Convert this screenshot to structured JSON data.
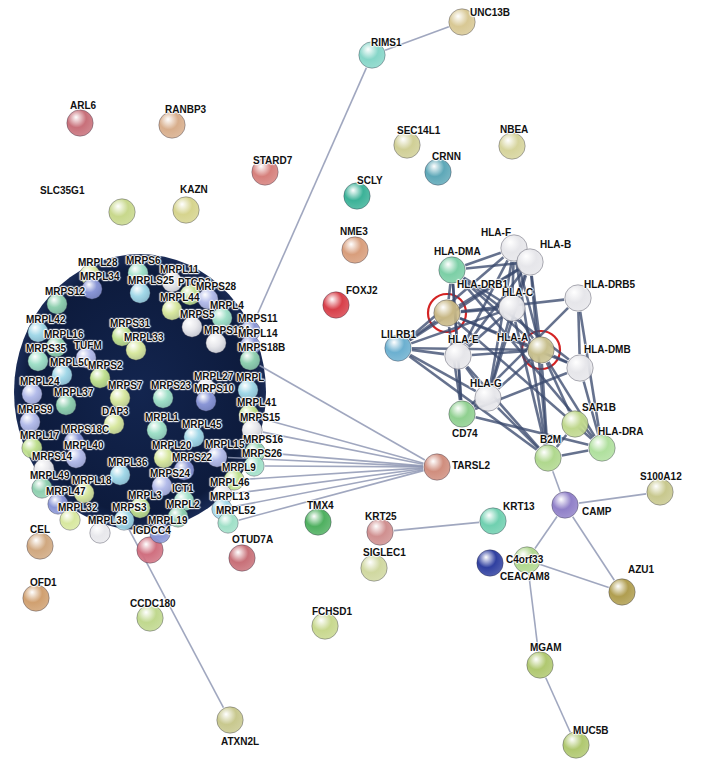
{
  "diagram": {
    "nodes": [
      {
        "text": [
          "UNC13B"
        ]
      },
      {
        "text": [
          "RIMS1"
        ]
      },
      {
        "text": [
          "SEC14L1"
        ]
      },
      {
        "text": [
          "NBEA"
        ]
      },
      {
        "text": [
          "RANBP3"
        ]
      },
      {
        "text": [
          "ARL6"
        ]
      },
      {
        "text": [
          "STARD7"
        ]
      },
      {
        "text": [
          "CRNN"
        ]
      },
      {
        "text": [
          "SCLY"
        ]
      },
      {
        "text": [
          "SLC35G1"
        ]
      },
      {
        "text": [
          "KAZN"
        ]
      },
      {
        "text": [
          "NME3"
        ]
      },
      {
        "text": [
          "FOXJ2"
        ]
      },
      {
        "text": [
          "HLA-DMA"
        ]
      },
      {
        "text": [
          "HLA-F"
        ]
      },
      {
        "text": [
          "HLA-B"
        ]
      },
      {
        "text": [
          "HLA-DRB1"
        ]
      },
      {
        "text": [
          "HLA-C"
        ]
      },
      {
        "text": [
          "HLA-DRB5"
        ]
      },
      {
        "text": [
          "LILRB1"
        ]
      },
      {
        "text": [
          "HLA-E"
        ]
      },
      {
        "text": [
          "HLA-A"
        ]
      },
      {
        "text": [
          "HLA-DMB"
        ]
      },
      {
        "text": [
          "HLA-G"
        ]
      },
      {
        "text": [
          "SAR1B"
        ]
      },
      {
        "text": [
          "CD74"
        ]
      },
      {
        "text": [
          "B2M"
        ]
      },
      {
        "text": [
          "HLA-DRA"
        ]
      },
      {
        "text": [
          "TARSL2"
        ]
      },
      {
        "text": [
          "TMX4"
        ]
      },
      {
        "text": [
          "KRT25"
        ]
      },
      {
        "text": [
          "KRT13"
        ]
      },
      {
        "text": [
          "CAMP"
        ]
      },
      {
        "text": [
          "S100A12"
        ]
      },
      {
        "text": [
          "C4orf33"
        ]
      },
      {
        "text": [
          "SIGLEC1"
        ]
      },
      {
        "text": [
          "CEACAM8"
        ]
      },
      {
        "text": [
          "AZU1"
        ]
      },
      {
        "text": [
          "CEL"
        ]
      },
      {
        "text": [
          "IGDCC4"
        ]
      },
      {
        "text": [
          "OTUD7A"
        ]
      },
      {
        "text": [
          "OFD1"
        ]
      },
      {
        "text": [
          "CCDC180"
        ]
      },
      {
        "text": [
          "FCHSD1"
        ]
      },
      {
        "text": [
          "MGAM"
        ]
      },
      {
        "text": [
          "MUC5B"
        ]
      },
      {
        "text": [
          "ATXN2L"
        ]
      },
      {
        "text": [
          "MRPL28"
        ]
      },
      {
        "text": [
          "MRPS6"
        ]
      },
      {
        "text": [
          "MRPL11"
        ]
      },
      {
        "text": [
          "MRPL34"
        ]
      },
      {
        "text": [
          "MRPLS25"
        ]
      },
      {
        "text": [
          "PTCD3"
        ]
      },
      {
        "text": [
          "MRPS12"
        ]
      },
      {
        "text": [
          "MRPS28"
        ]
      },
      {
        "text": [
          "MRPL44"
        ]
      },
      {
        "text": [
          "MRPL4"
        ]
      },
      {
        "text": [
          "MRPS5"
        ]
      },
      {
        "text": [
          "MRPS11"
        ]
      },
      {
        "text": [
          "MRPL42"
        ]
      },
      {
        "text": [
          "MRPS31"
        ]
      },
      {
        "text": [
          "MRPL16"
        ]
      },
      {
        "text": [
          "TUFM"
        ]
      },
      {
        "text": [
          "MRPL33"
        ]
      },
      {
        "text": [
          "MRPS35"
        ]
      },
      {
        "text": [
          "MRPS18A"
        ]
      },
      {
        "text": [
          "MRPL14"
        ]
      },
      {
        "text": [
          "MRPL50"
        ]
      },
      {
        "text": [
          "MRPS2"
        ]
      },
      {
        "text": [
          "MRPS18B"
        ]
      },
      {
        "text": [
          "MRPL24"
        ]
      },
      {
        "text": [
          "MRPS7"
        ]
      },
      {
        "text": [
          "MRPS23"
        ]
      },
      {
        "text": [
          "MRPL27"
        ]
      },
      {
        "text": [
          "MRPS10"
        ]
      },
      {
        "text": [
          "MRPL"
        ]
      },
      {
        "text": [
          "MRPL41"
        ]
      },
      {
        "text": [
          "MRPL37"
        ]
      },
      {
        "text": [
          "MRPS9"
        ]
      },
      {
        "text": [
          "DAP3"
        ]
      },
      {
        "text": [
          "MRPL1"
        ]
      },
      {
        "text": [
          "MRPS15"
        ]
      },
      {
        "text": [
          "MRPS18C"
        ]
      },
      {
        "text": [
          "MRPL45"
        ]
      },
      {
        "text": [
          "MRPL17"
        ]
      },
      {
        "text": [
          "MRPS16"
        ]
      },
      {
        "text": [
          "MRPL40"
        ]
      },
      {
        "text": [
          "MRPL20"
        ]
      },
      {
        "text": [
          "MRPS26"
        ]
      },
      {
        "text": [
          "MRPS14"
        ]
      },
      {
        "text": [
          "MRPS22"
        ]
      },
      {
        "text": [
          "MRPL36"
        ]
      },
      {
        "text": [
          "MRPL9"
        ]
      },
      {
        "text": [
          "MRPL49"
        ]
      },
      {
        "text": [
          "MRPS24"
        ]
      },
      {
        "text": [
          "MRPL18"
        ]
      },
      {
        "text": [
          "ICT1"
        ]
      },
      {
        "text": [
          "MRPL46"
        ]
      },
      {
        "text": [
          "MRPL47"
        ]
      },
      {
        "text": [
          "MRPL13"
        ]
      },
      {
        "text": [
          "MRPL3"
        ]
      },
      {
        "text": [
          "MRPL2"
        ]
      },
      {
        "text": [
          "MRPL15"
        ]
      },
      {
        "text": [
          "MRPL32"
        ]
      },
      {
        "text": [
          "MRPL52"
        ]
      },
      {
        "text": [
          "MRPL38"
        ]
      },
      {
        "text": [
          "MRPL19"
        ]
      },
      {
        "text": [
          "MRPS3"
        ]
      }
    ],
    "edges": [
      {
        "from": 1,
        "to": 0,
        "arrow": "none"
      },
      {
        "from": 1,
        "to": 58,
        "arrow": "none"
      },
      {
        "from": 13,
        "to": 16,
        "arrow": "none"
      },
      {
        "from": 13,
        "to": 25,
        "arrow": "none"
      },
      {
        "from": 13,
        "to": 22,
        "arrow": "none"
      },
      {
        "from": 13,
        "to": 27,
        "arrow": "none"
      },
      {
        "from": 13,
        "to": 17,
        "arrow": "none"
      },
      {
        "from": 13,
        "to": 20,
        "arrow": "none"
      },
      {
        "from": 13,
        "to": 21,
        "arrow": "none"
      },
      {
        "from": 13,
        "to": 15,
        "arrow": "none"
      },
      {
        "from": 13,
        "to": 14,
        "arrow": "none"
      },
      {
        "from": 14,
        "to": 15,
        "arrow": "none"
      },
      {
        "from": 14,
        "to": 17,
        "arrow": "none"
      },
      {
        "from": 14,
        "to": 20,
        "arrow": "none"
      },
      {
        "from": 14,
        "to": 21,
        "arrow": "none"
      },
      {
        "from": 14,
        "to": 23,
        "arrow": "none"
      },
      {
        "from": 14,
        "to": 26,
        "arrow": "none"
      },
      {
        "from": 14,
        "to": 19,
        "arrow": "none"
      },
      {
        "from": 15,
        "to": 17,
        "arrow": "none"
      },
      {
        "from": 15,
        "to": 21,
        "arrow": "none"
      },
      {
        "from": 15,
        "to": 20,
        "arrow": "none"
      },
      {
        "from": 15,
        "to": 23,
        "arrow": "none"
      },
      {
        "from": 15,
        "to": 26,
        "arrow": "none"
      },
      {
        "from": 15,
        "to": 19,
        "arrow": "none"
      },
      {
        "from": 15,
        "to": 16,
        "arrow": "none"
      },
      {
        "from": 16,
        "to": 27,
        "arrow": "none"
      },
      {
        "from": 16,
        "to": 25,
        "arrow": "none"
      },
      {
        "from": 16,
        "to": 22,
        "arrow": "none"
      },
      {
        "from": 16,
        "to": 18,
        "arrow": "none"
      },
      {
        "from": 16,
        "to": 17,
        "arrow": "none"
      },
      {
        "from": 16,
        "to": 21,
        "arrow": "none"
      },
      {
        "from": 17,
        "to": 21,
        "arrow": "none"
      },
      {
        "from": 17,
        "to": 20,
        "arrow": "none"
      },
      {
        "from": 17,
        "to": 23,
        "arrow": "none"
      },
      {
        "from": 17,
        "to": 26,
        "arrow": "none"
      },
      {
        "from": 17,
        "to": 19,
        "arrow": "none"
      },
      {
        "from": 18,
        "to": 27,
        "arrow": "none"
      },
      {
        "from": 18,
        "to": 22,
        "arrow": "none"
      },
      {
        "from": 18,
        "to": 25,
        "arrow": "none"
      },
      {
        "from": 19,
        "to": 20,
        "arrow": "none"
      },
      {
        "from": 19,
        "to": 21,
        "arrow": "none"
      },
      {
        "from": 19,
        "to": 23,
        "arrow": "none"
      },
      {
        "from": 19,
        "to": 26,
        "arrow": "none"
      },
      {
        "from": 19,
        "to": 16,
        "arrow": "none"
      },
      {
        "from": 20,
        "to": 21,
        "arrow": "none"
      },
      {
        "from": 20,
        "to": 23,
        "arrow": "none"
      },
      {
        "from": 20,
        "to": 26,
        "arrow": "none"
      },
      {
        "from": 20,
        "to": 25,
        "arrow": "none"
      },
      {
        "from": 21,
        "to": 23,
        "arrow": "none"
      },
      {
        "from": 21,
        "to": 26,
        "arrow": "none"
      },
      {
        "from": 21,
        "to": 22,
        "arrow": "none"
      },
      {
        "from": 21,
        "to": 24,
        "arrow": "none"
      },
      {
        "from": 21,
        "to": 27,
        "arrow": "none"
      },
      {
        "from": 22,
        "to": 27,
        "arrow": "none"
      },
      {
        "from": 22,
        "to": 25,
        "arrow": "none"
      },
      {
        "from": 23,
        "to": 26,
        "arrow": "none"
      },
      {
        "from": 23,
        "to": 25,
        "arrow": "none"
      },
      {
        "from": 24,
        "to": 26,
        "arrow": "none"
      },
      {
        "from": 25,
        "to": 27,
        "arrow": "none"
      },
      {
        "from": 26,
        "to": 27,
        "arrow": "none"
      },
      {
        "from": 26,
        "to": 32,
        "arrow": "none"
      },
      {
        "from": 32,
        "to": 33,
        "arrow": "none"
      },
      {
        "from": 32,
        "to": 36,
        "arrow": "none"
      },
      {
        "from": 32,
        "to": 37,
        "arrow": "none"
      },
      {
        "from": 36,
        "to": 37,
        "arrow": "none"
      },
      {
        "from": 36,
        "to": 44,
        "arrow": "none"
      },
      {
        "from": 44,
        "to": 45,
        "arrow": "none"
      },
      {
        "from": 30,
        "to": 31,
        "arrow": "none"
      },
      {
        "from": 28,
        "to": 69,
        "arrow": "none"
      },
      {
        "from": 28,
        "to": 81,
        "arrow": "none"
      },
      {
        "from": 28,
        "to": 85,
        "arrow": "none"
      },
      {
        "from": 28,
        "to": 88,
        "arrow": "none"
      },
      {
        "from": 28,
        "to": 92,
        "arrow": "none"
      },
      {
        "from": 28,
        "to": 99,
        "arrow": "none"
      },
      {
        "from": 28,
        "to": 104,
        "arrow": "none"
      },
      {
        "from": 28,
        "to": 97,
        "arrow": "none"
      },
      {
        "from": 28,
        "to": 102,
        "arrow": "none"
      },
      {
        "from": 28,
        "to": 76,
        "arrow": "none"
      },
      {
        "from": 107,
        "to": 46,
        "arrow": "none"
      }
    ]
  }
}
